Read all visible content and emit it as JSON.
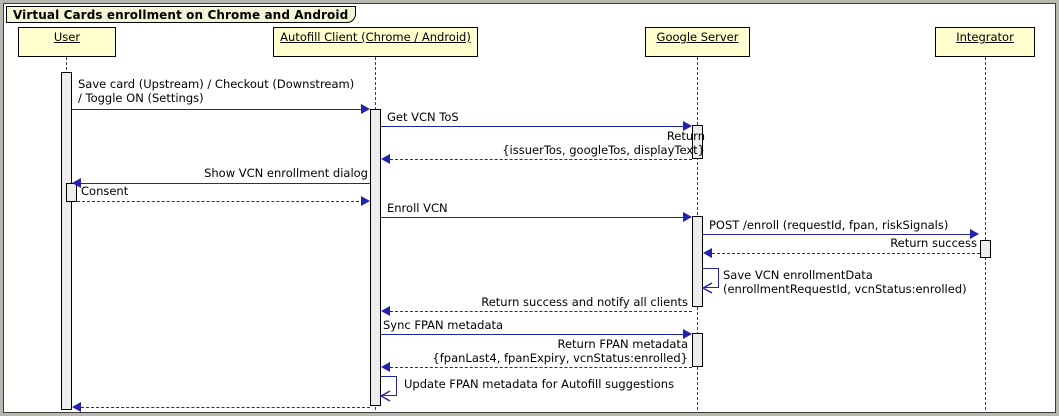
{
  "diagram": {
    "type": "sequence-diagram",
    "title": "Virtual Cards enrollment on Chrome and Android",
    "colors": {
      "participant_fill": "#FEFECE",
      "participant_border": "#000000",
      "title_fill": "#F3F3D5",
      "arrow": "#2222AA",
      "activation_fill": "#EDEDED",
      "frame": "#B8B8B0",
      "background": "#FFFFFF"
    }
  },
  "participants": [
    {
      "id": "user",
      "label": "User"
    },
    {
      "id": "client",
      "label": "Autofill Client (Chrome / Android)"
    },
    {
      "id": "server",
      "label": "Google Server"
    },
    {
      "id": "integrator",
      "label": "Integrator"
    }
  ],
  "messages": [
    {
      "index": 1,
      "from": "user",
      "to": "client",
      "kind": "call",
      "style": "solid",
      "direction": "right",
      "label": "Save card (Upstream) / Checkout (Downstream)\n/ Toggle ON (Settings)"
    },
    {
      "index": 2,
      "from": "client",
      "to": "server",
      "kind": "call",
      "style": "solid",
      "direction": "right",
      "label": "Get VCN ToS"
    },
    {
      "index": 3,
      "from": "server",
      "to": "client",
      "kind": "return",
      "style": "dashed",
      "direction": "left",
      "label": "Return\n{issuerTos, googleTos, displayText}"
    },
    {
      "index": 4,
      "from": "client",
      "to": "user",
      "kind": "call",
      "style": "solid",
      "direction": "left",
      "label": "Show VCN enrollment dialog"
    },
    {
      "index": 5,
      "from": "user",
      "to": "client",
      "kind": "return",
      "style": "dashed",
      "direction": "right",
      "label": "Consent"
    },
    {
      "index": 6,
      "from": "client",
      "to": "server",
      "kind": "call",
      "style": "solid",
      "direction": "right",
      "label": "Enroll VCN"
    },
    {
      "index": 7,
      "from": "server",
      "to": "integrator",
      "kind": "call",
      "style": "solid",
      "direction": "right",
      "label": "POST /enroll (requestId, fpan, riskSignals)"
    },
    {
      "index": 8,
      "from": "integrator",
      "to": "server",
      "kind": "return",
      "style": "dashed",
      "direction": "left",
      "label": "Return success"
    },
    {
      "index": 9,
      "from": "server",
      "to": "server",
      "kind": "self",
      "style": "solid",
      "direction": "self",
      "label": "Save VCN enrollmentData\n(enrollmentRequestId, vcnStatus:enrolled)"
    },
    {
      "index": 10,
      "from": "server",
      "to": "client",
      "kind": "return",
      "style": "dashed",
      "direction": "left",
      "label": "Return success and notify all clients"
    },
    {
      "index": 11,
      "from": "client",
      "to": "server",
      "kind": "call",
      "style": "solid",
      "direction": "right",
      "label": "Sync FPAN metadata"
    },
    {
      "index": 12,
      "from": "server",
      "to": "client",
      "kind": "return",
      "style": "dashed",
      "direction": "left",
      "label": "Return FPAN metadata\n{fpanLast4, fpanExpiry, vcnStatus:enrolled}"
    },
    {
      "index": 13,
      "from": "client",
      "to": "client",
      "kind": "self",
      "style": "solid",
      "direction": "self",
      "label": "Update FPAN metadata for Autofill suggestions"
    },
    {
      "index": 14,
      "from": "client",
      "to": "user",
      "kind": "return",
      "style": "dashed",
      "direction": "left",
      "label": ""
    }
  ]
}
